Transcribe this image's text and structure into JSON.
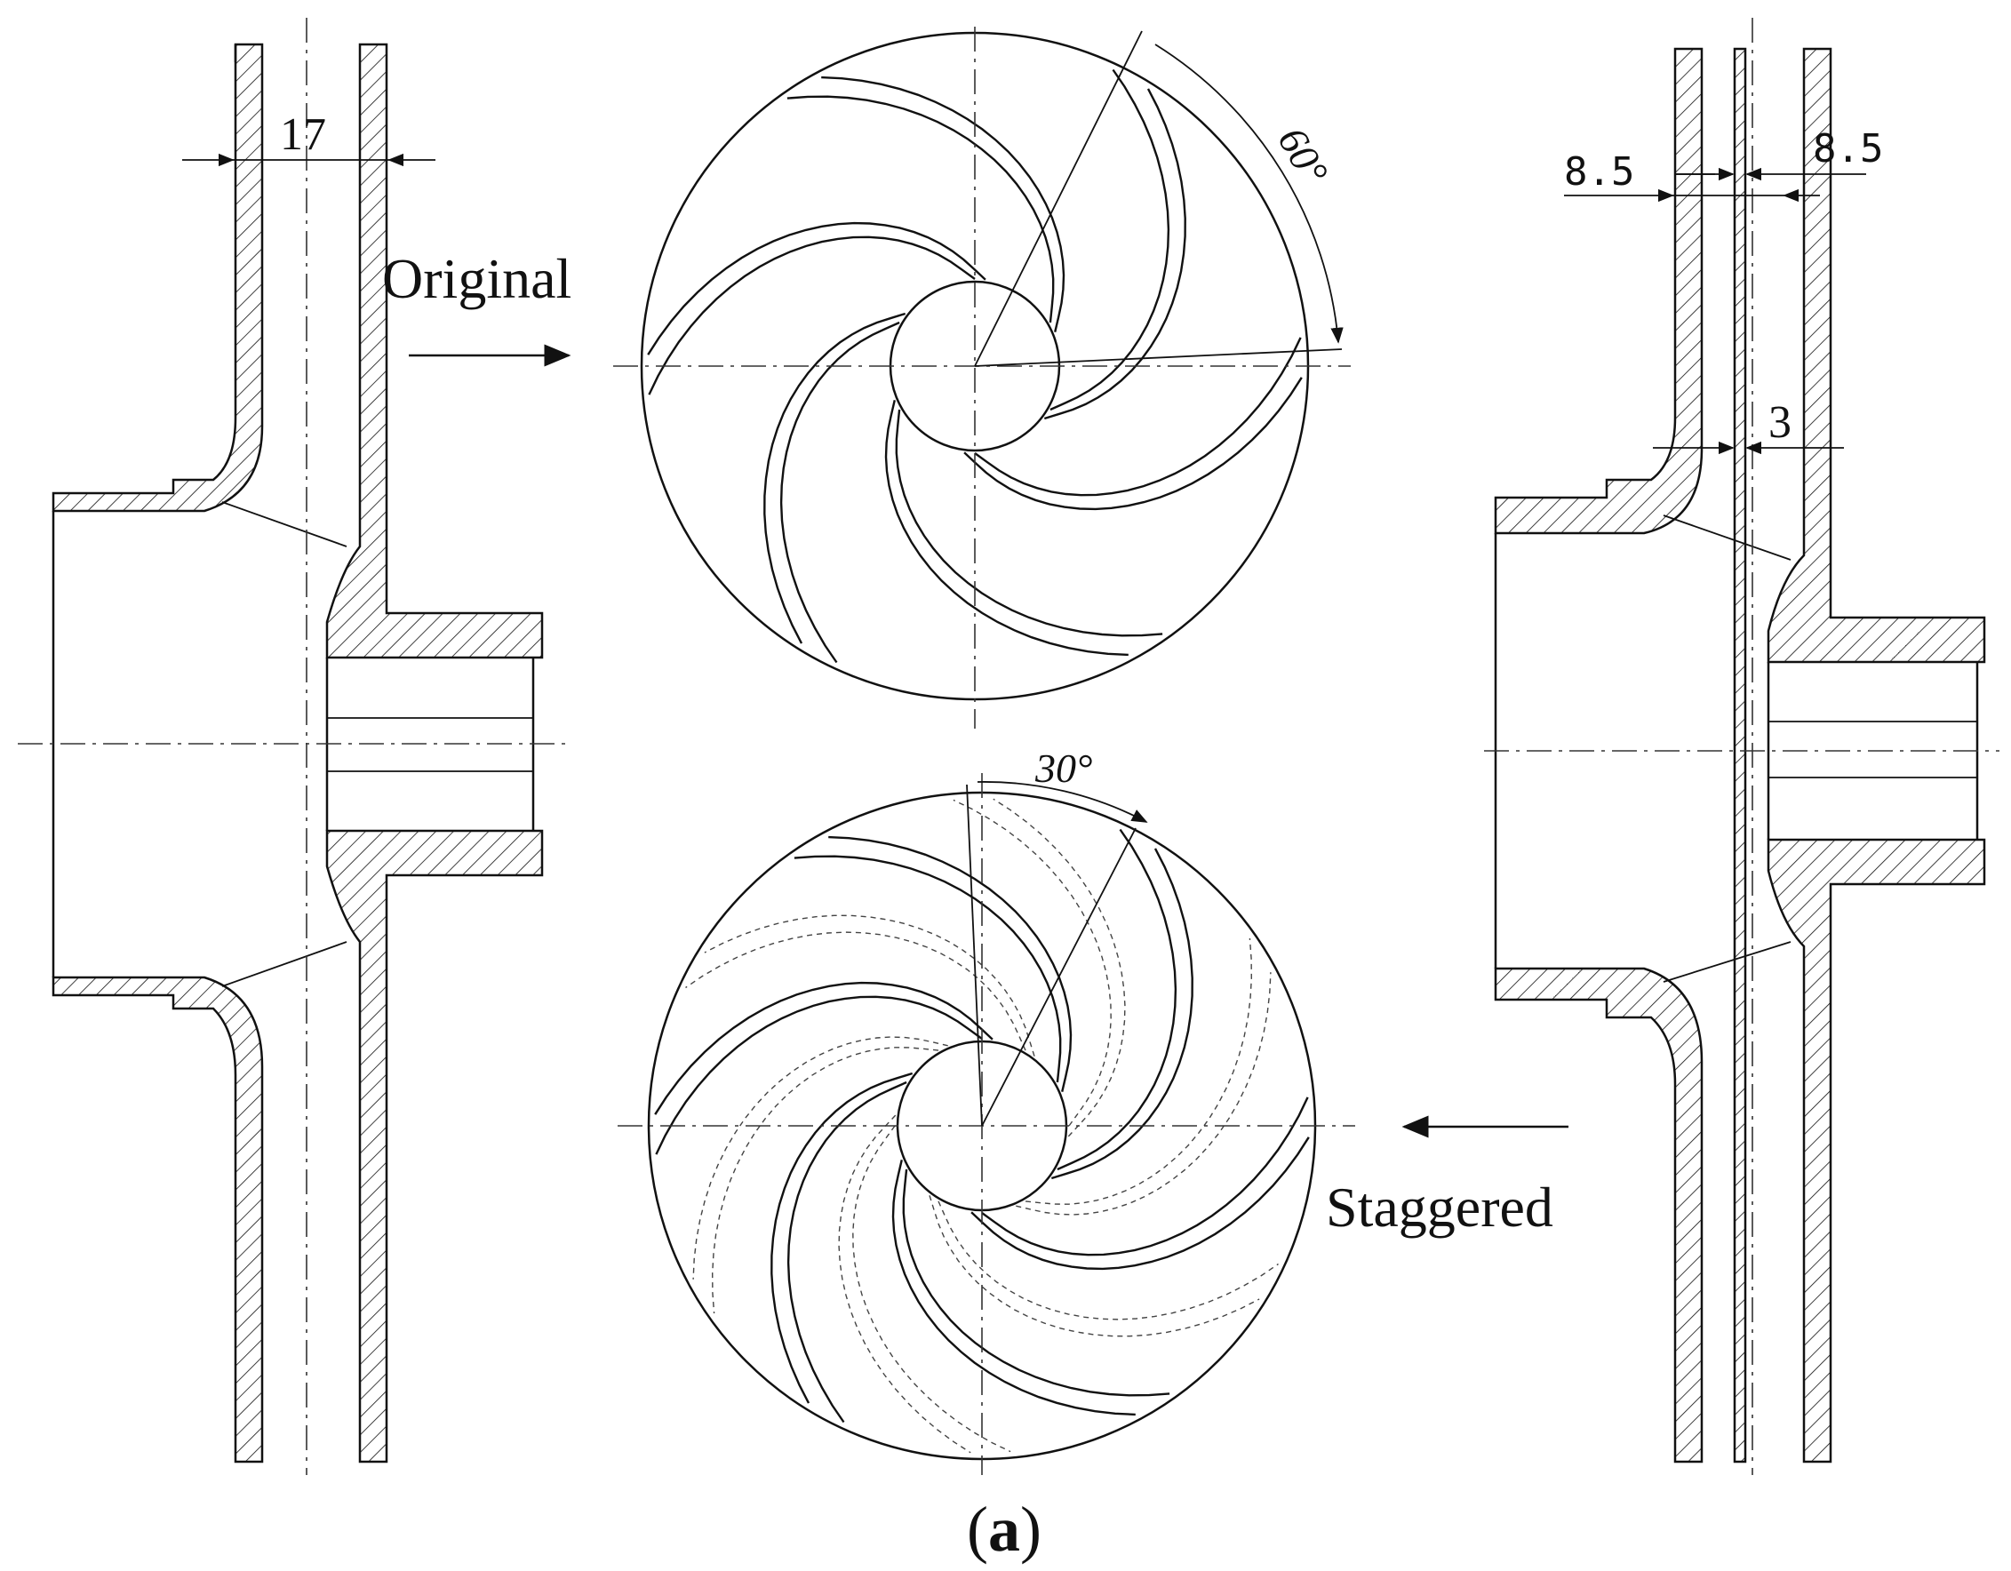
{
  "labels": {
    "original": "Original",
    "staggered": "Staggered"
  },
  "dimensions": {
    "left_width": "17",
    "right_left_width": "8.5",
    "right_right_width": "8.5",
    "right_splitter_width": "3"
  },
  "angles": {
    "original_angle": "60°",
    "staggered_angle": "30°"
  },
  "caption": {
    "open": "(",
    "letter": "a",
    "close": ")"
  },
  "impellers": {
    "original_blade_count": 6,
    "staggered_blade_count": 12
  }
}
